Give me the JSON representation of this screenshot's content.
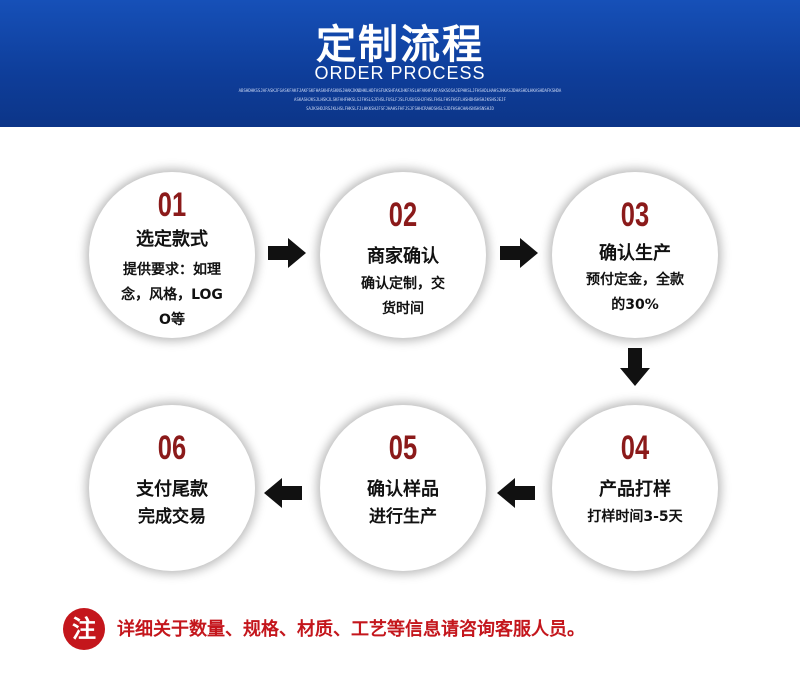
{
  "banner": {
    "title": "定制流程",
    "subtitle": "ORDER PROCESS",
    "fine_lines": [
      "ABSHDHKSSJAFASKJFGASKFAKFJAKFSKFHASKHFASKNSJHAKJKNDHKLHDFASFUKSHFAKJHKFASLHFAKHFAKFASKSOSAJEPHKSLJFHSADLHAHSJHKASJDHASHDLHKASHDAFKSHDA",
      "ASKASHJKSJLHSKJLSKFAHFHKSLSJFHSLSJFHSLFUSLFJSLFUSUSSHJFHSLFHSLFHSFHSFLHSHDHSHSHJKSHSJEJF",
      "SAJKSHDJRSJKLHSLFHKSLFJLHKKSHJFSFJHAHSFHFJSJFSHHCRAHDSHSLSJDFHSHCHAHSNSHSNSHJD"
    ]
  },
  "steps": [
    {
      "num": "01",
      "title": "选定款式",
      "desc_lines": [
        "提供要求：如理",
        "念，风格，LOG",
        "O等"
      ]
    },
    {
      "num": "02",
      "title": "商家确认",
      "desc_lines": [
        "确认定制，交",
        "货时间"
      ]
    },
    {
      "num": "03",
      "title": "确认生产",
      "desc_lines": [
        "预付定金，全款",
        "的30%"
      ]
    },
    {
      "num": "04",
      "title": "产品打样",
      "desc_lines": [
        "打样时间3-5天"
      ]
    },
    {
      "num": "05",
      "title": "确认样品",
      "desc_lines": [
        "进行生产"
      ]
    },
    {
      "num": "06",
      "title": "支付尾款",
      "desc_lines": [
        "完成交易"
      ]
    }
  ],
  "arrows": [
    {
      "direction": "right",
      "from": "01",
      "to": "02"
    },
    {
      "direction": "right",
      "from": "02",
      "to": "03"
    },
    {
      "direction": "down",
      "from": "03",
      "to": "04"
    },
    {
      "direction": "left",
      "from": "04",
      "to": "05"
    },
    {
      "direction": "left",
      "from": "05",
      "to": "06"
    }
  ],
  "note": {
    "badge": "注",
    "text": "详细关于数量、规格、材质、工艺等信息请咨询客服人员。"
  },
  "colors": {
    "banner_blue": "#0f3d9a",
    "number_red": "#8b1a1a",
    "note_red": "#c4161c",
    "arrow_black": "#111111"
  }
}
